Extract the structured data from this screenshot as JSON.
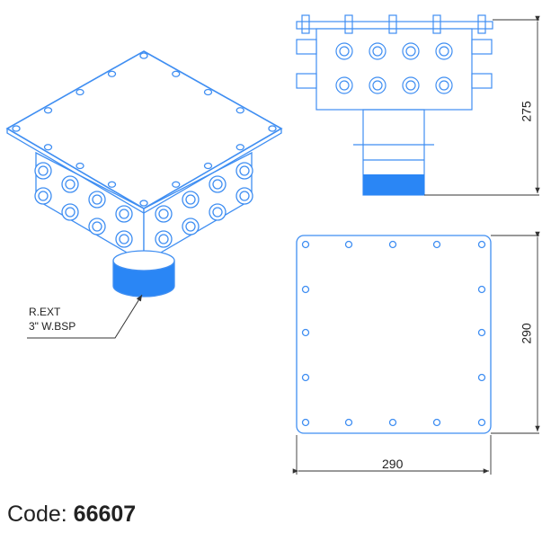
{
  "colors": {
    "line": "#3f8ef2",
    "fill": "#2a86f5",
    "dim": "#333333"
  },
  "annotation": {
    "line1": "R.EXT",
    "line2": "3\" W.BSP"
  },
  "dimensions": {
    "height": "275",
    "width": "290",
    "depth": "290"
  },
  "footer": {
    "label": "Code:",
    "code": "66607"
  }
}
